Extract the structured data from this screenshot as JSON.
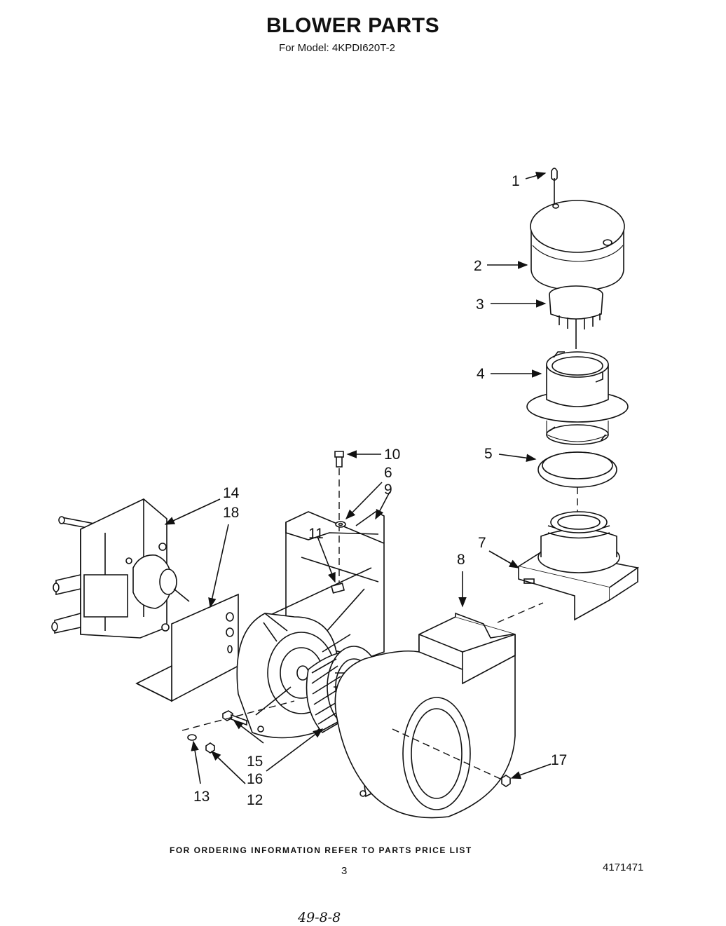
{
  "header": {
    "title": "BLOWER PARTS",
    "subtitle": "For Model: 4KPDI620T-2"
  },
  "callouts": [
    {
      "id": "1",
      "label": "1"
    },
    {
      "id": "2",
      "label": "2"
    },
    {
      "id": "3",
      "label": "3"
    },
    {
      "id": "4",
      "label": "4"
    },
    {
      "id": "5",
      "label": "5"
    },
    {
      "id": "10",
      "label": "10"
    },
    {
      "id": "6",
      "label": "6"
    },
    {
      "id": "9",
      "label": "9"
    },
    {
      "id": "11",
      "label": "11"
    },
    {
      "id": "14",
      "label": "14"
    },
    {
      "id": "18",
      "label": "18"
    },
    {
      "id": "7",
      "label": "7"
    },
    {
      "id": "8",
      "label": "8"
    },
    {
      "id": "15",
      "label": "15"
    },
    {
      "id": "16",
      "label": "16"
    },
    {
      "id": "17",
      "label": "17"
    },
    {
      "id": "13",
      "label": "13"
    },
    {
      "id": "12",
      "label": "12"
    }
  ],
  "footer": {
    "ordering_note": "FOR ORDERING INFORMATION REFER TO PARTS PRICE LIST",
    "page_number": "3",
    "doc_number": "4171471",
    "handwritten_note": "49-8-8"
  }
}
